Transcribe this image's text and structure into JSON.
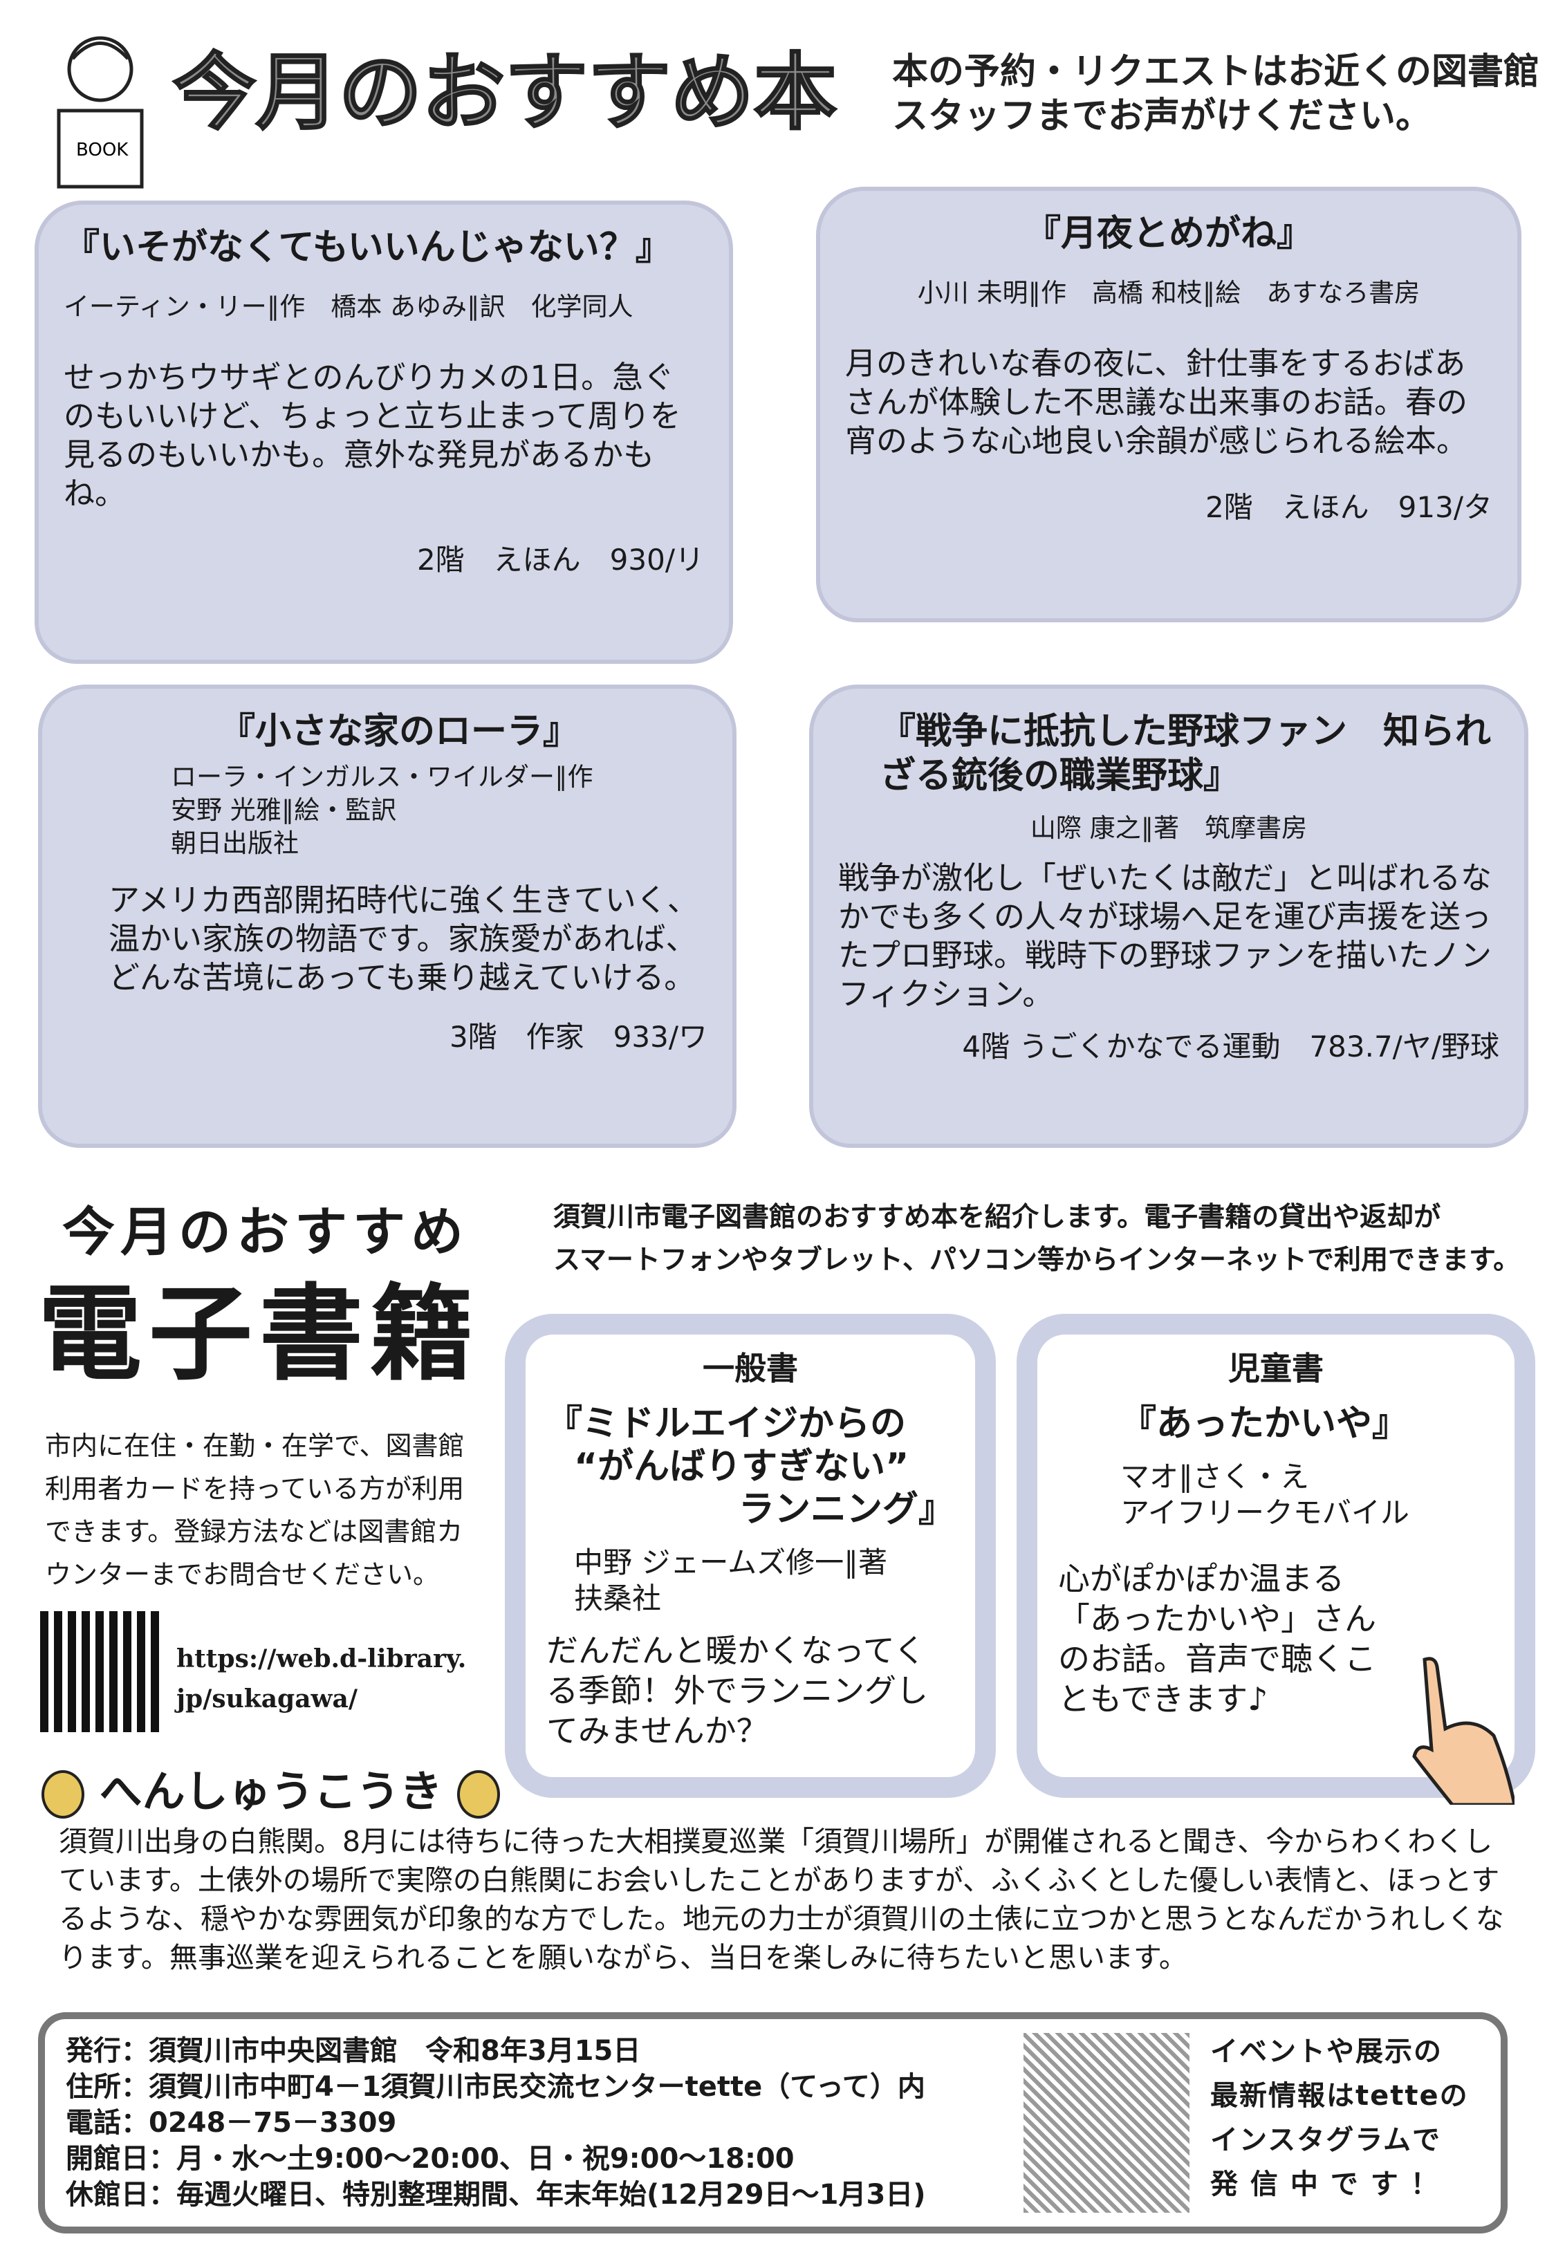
{
  "header": {
    "title": "今月のおすすめ本",
    "note": [
      "本の予約・リクエストはお近くの図書館",
      "スタッフまでお声がけください。"
    ],
    "mascot_label": "BOOK"
  },
  "books": [
    {
      "title": "『いそがなくてもいいんじゃない？』",
      "authors": [
        "イーティン・リー∥作　橋本 あゆみ∥訳　化学同人"
      ],
      "desc": "せっかちウサギとのんびりカメの1日。急ぐのもいいけど、ちょっと立ち止まって周りを見るのもいいかも。意外な発見があるかもね。",
      "location": "2階　えほん　930/リ"
    },
    {
      "title": "『月夜とめがね』",
      "authors": [
        "小川 未明∥作　高橋 和枝∥絵　あすなろ書房"
      ],
      "desc": "月のきれいな春の夜に、針仕事をするおばあさんが体験した不思議な出来事のお話。春の宵のような心地良い余韻が感じられる絵本。",
      "location": "2階　えほん　913/タ"
    },
    {
      "title": "『小さな家のローラ』",
      "authors": [
        "ローラ・インガルス・ワイルダー∥作",
        "安野 光雅∥絵・監訳",
        "朝日出版社"
      ],
      "desc": "アメリカ西部開拓時代に強く生きていく、温かい家族の物語です。家族愛があれば、どんな苦境にあっても乗り越えていける。",
      "location": "3階　作家　933/ワ"
    },
    {
      "title": "『戦争に抵抗した野球ファン　知られざる銃後の職業野球』",
      "authors": [
        "山際 康之∥著　筑摩書房"
      ],
      "desc": "戦争が激化し「ぜいたくは敵だ」と叫ばれるなかでも多くの人々が球場へ足を運び声援を送ったプロ野球。戦時下の野球ファンを描いたノンフィクション。",
      "location": "4階 うごくかなでる運動　783.7/ヤ/野球"
    }
  ],
  "ebook": {
    "heading_small": "今月のおすすめ",
    "heading_large": "電子書籍",
    "intro": [
      "須賀川市電子図書館のおすすめ本を紹介します。電子書籍の貸出や返却が",
      "スマートフォンやタブレット、パソコン等からインターネットで利用できます。"
    ],
    "desc": "市内に在住・在勤・在学で、図書館利用者カードを持っている方が利用できます。登録方法などは図書館カウンターまでお問合せください。",
    "url": [
      "https://web.d-library.",
      "jp/sukagawa/"
    ],
    "boxes": [
      {
        "category": "一般書",
        "title": [
          "『ミドルエイジからの",
          "“がんばりすぎない”",
          "ランニング』"
        ],
        "authors": [
          "中野 ジェームズ修一∥著",
          "扶桑社"
        ],
        "desc": "だんだんと暖かくなってくる季節！外でランニングしてみませんか？"
      },
      {
        "category": "児童書",
        "title": [
          "『あったかいや』"
        ],
        "authors": [
          "マオ∥さく・え",
          "アイフリークモバイル"
        ],
        "desc": "心がぽかぽか温まる「あったかいや」さんのお話。音声で聴くこともできます♪"
      }
    ]
  },
  "editorial": {
    "heading": "へんしゅうこうき",
    "text": "須賀川出身の白熊関。8月には待ちに待った大相撲夏巡業「須賀川場所」が開催されると聞き、今からわくわくしています。土俵外の場所で実際の白熊関にお会いしたことがありますが、ふくふくとした優しい表情と、ほっとするような、穏やかな雰囲気が印象的な方でした。地元の力士が須賀川の土俵に立つかと思うとなんだかうれしくなります。無事巡業を迎えられることを願いながら、当日を楽しみに待ちたいと思います。"
  },
  "footer": {
    "lines": [
      "発行：須賀川市中央図書館　令和8年3月15日",
      "住所：須賀川市中町4－1須賀川市民交流センターtette（てって）内",
      "電話：0248－75－3309",
      "開館日：月・水～土9:00～20:00、日・祝9:00～18:00",
      "休館日：毎週火曜日、特別整理期間、年末年始(12月29日～1月3日)"
    ],
    "instagram": [
      "イベントや展示の",
      "最新情報はtetteの",
      "インスタグラムで",
      "発 信 中 で す ！"
    ]
  }
}
